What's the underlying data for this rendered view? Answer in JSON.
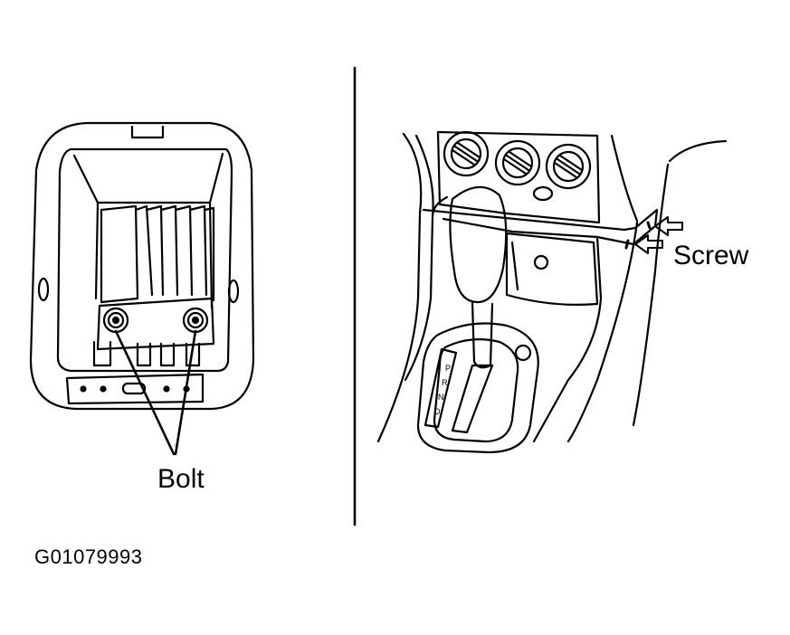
{
  "callouts": {
    "bolt": "Bolt",
    "screw": "Screw"
  },
  "figure_id": "G01079993",
  "colors": {
    "line": "#000000",
    "background": "#ffffff"
  }
}
